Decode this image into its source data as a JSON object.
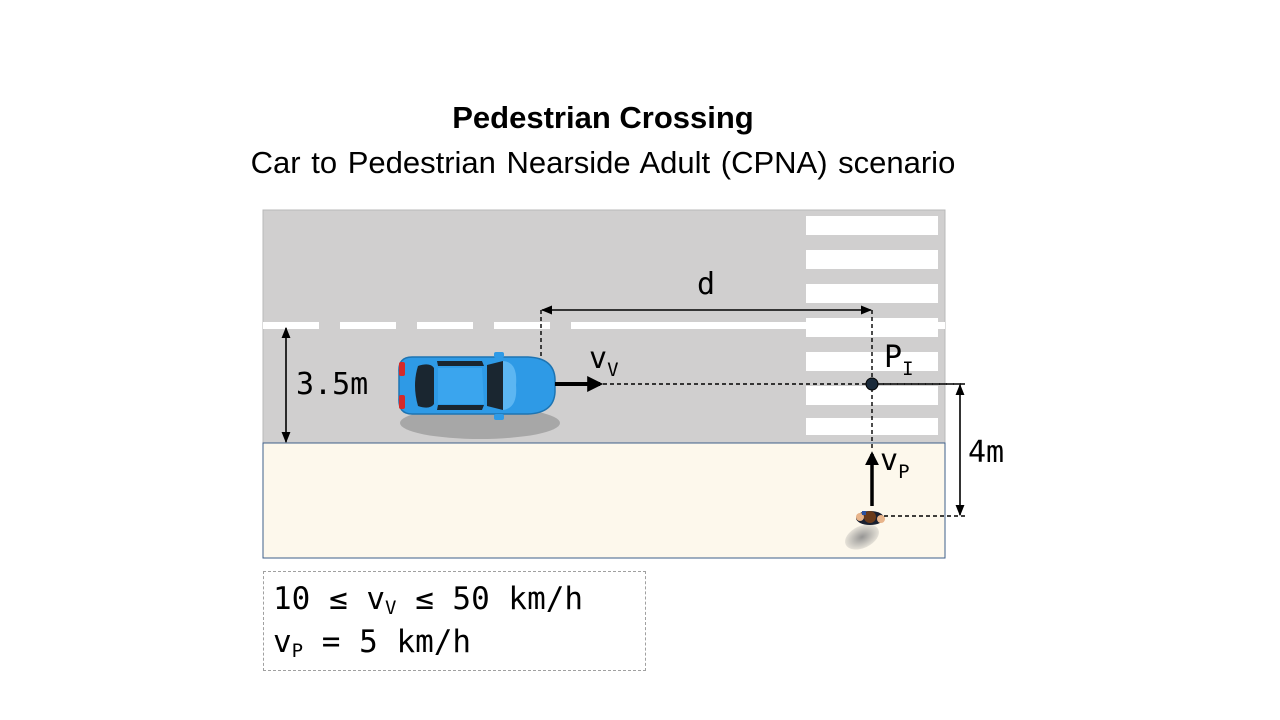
{
  "title": "Pedestrian Crossing",
  "subtitle": "Car to Pedestrian Nearside Adult (CPNA) scenario",
  "labels": {
    "distance": "d",
    "vehicle_velocity": "v",
    "vehicle_velocity_sub": "V",
    "impact_point": "P",
    "impact_point_sub": "I",
    "pedestrian_velocity": "v",
    "pedestrian_velocity_sub": "P",
    "lane_width": "3.5m",
    "pedestrian_distance": "4m"
  },
  "conditions": {
    "line1_prefix": "10 ≤ v",
    "line1_sub": "V",
    "line1_suffix": " ≤ 50 km/h",
    "line2_prefix": "v",
    "line2_sub": "P",
    "line2_suffix": " = 5 km/h"
  },
  "colors": {
    "road": "#d0cfcf",
    "sidewalk": "#fdf8ec",
    "car_body": "#2e9ae6",
    "car_window": "#1a2630",
    "tail_light": "#d42a2a",
    "lane_marking": "#ffffff"
  }
}
